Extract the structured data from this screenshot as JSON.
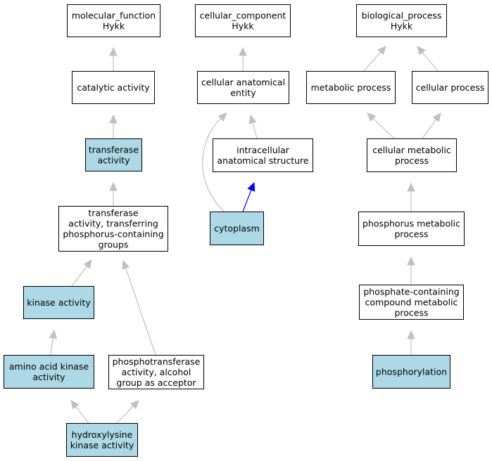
{
  "colors": {
    "highlight_fill": "#add8e6",
    "plain_fill": "#ffffff",
    "edge_gray": "#c0c0c0",
    "edge_blue": "#0000ff",
    "border": "#000000"
  },
  "nodes": [
    {
      "id": "molecular_function",
      "lines": [
        "molecular_function",
        "Hykk"
      ],
      "highlight": false
    },
    {
      "id": "catalytic_activity",
      "lines": [
        "catalytic activity"
      ],
      "highlight": false
    },
    {
      "id": "transferase_activity",
      "lines": [
        "transferase",
        "activity"
      ],
      "highlight": true
    },
    {
      "id": "transferase_phosphorus",
      "lines": [
        "transferase",
        "activity, transferring",
        "phosphorus-containing",
        "groups"
      ],
      "highlight": false
    },
    {
      "id": "kinase_activity",
      "lines": [
        "kinase activity"
      ],
      "highlight": true
    },
    {
      "id": "amino_acid_kinase",
      "lines": [
        "amino acid kinase",
        "activity"
      ],
      "highlight": true
    },
    {
      "id": "phosphotransferase_alcohol",
      "lines": [
        "phosphotransferase",
        "activity, alcohol",
        "group as acceptor"
      ],
      "highlight": false
    },
    {
      "id": "hydroxylysine_kinase",
      "lines": [
        "hydroxylysine",
        "kinase activity"
      ],
      "highlight": true
    },
    {
      "id": "cellular_component",
      "lines": [
        "cellular_component",
        "Hykk"
      ],
      "highlight": false
    },
    {
      "id": "cellular_anatomical_entity",
      "lines": [
        "cellular anatomical",
        "entity"
      ],
      "highlight": false
    },
    {
      "id": "intracellular_structure",
      "lines": [
        "intracellular",
        "anatomical structure"
      ],
      "highlight": false
    },
    {
      "id": "cytoplasm",
      "lines": [
        "cytoplasm"
      ],
      "highlight": true
    },
    {
      "id": "biological_process",
      "lines": [
        "biological_process",
        "Hykk"
      ],
      "highlight": false
    },
    {
      "id": "metabolic_process",
      "lines": [
        "metabolic process"
      ],
      "highlight": false
    },
    {
      "id": "cellular_process",
      "lines": [
        "cellular process"
      ],
      "highlight": false
    },
    {
      "id": "cellular_metabolic_process",
      "lines": [
        "cellular metabolic",
        "process"
      ],
      "highlight": false
    },
    {
      "id": "phosphorus_metabolic_process",
      "lines": [
        "phosphorus metabolic",
        "process"
      ],
      "highlight": false
    },
    {
      "id": "phosphate_compound_process",
      "lines": [
        "phosphate-containing",
        "compound metabolic",
        "process"
      ],
      "highlight": false
    },
    {
      "id": "phosphorylation",
      "lines": [
        "phosphorylation"
      ],
      "highlight": true
    }
  ],
  "edges": [
    {
      "from": "catalytic_activity",
      "to": "molecular_function",
      "color": "gray"
    },
    {
      "from": "transferase_activity",
      "to": "catalytic_activity",
      "color": "gray"
    },
    {
      "from": "transferase_phosphorus",
      "to": "transferase_activity",
      "color": "gray"
    },
    {
      "from": "kinase_activity",
      "to": "transferase_phosphorus",
      "color": "gray"
    },
    {
      "from": "phosphotransferase_alcohol",
      "to": "transferase_phosphorus",
      "color": "gray"
    },
    {
      "from": "amino_acid_kinase",
      "to": "kinase_activity",
      "color": "gray"
    },
    {
      "from": "hydroxylysine_kinase",
      "to": "amino_acid_kinase",
      "color": "gray"
    },
    {
      "from": "hydroxylysine_kinase",
      "to": "phosphotransferase_alcohol",
      "color": "gray"
    },
    {
      "from": "cellular_anatomical_entity",
      "to": "cellular_component",
      "color": "gray"
    },
    {
      "from": "intracellular_structure",
      "to": "cellular_anatomical_entity",
      "color": "gray"
    },
    {
      "from": "cytoplasm",
      "to": "cellular_anatomical_entity",
      "color": "gray"
    },
    {
      "from": "cytoplasm",
      "to": "intracellular_structure",
      "color": "blue"
    },
    {
      "from": "metabolic_process",
      "to": "biological_process",
      "color": "gray"
    },
    {
      "from": "cellular_process",
      "to": "biological_process",
      "color": "gray"
    },
    {
      "from": "cellular_metabolic_process",
      "to": "metabolic_process",
      "color": "gray"
    },
    {
      "from": "cellular_metabolic_process",
      "to": "cellular_process",
      "color": "gray"
    },
    {
      "from": "phosphorus_metabolic_process",
      "to": "cellular_metabolic_process",
      "color": "gray"
    },
    {
      "from": "phosphate_compound_process",
      "to": "phosphorus_metabolic_process",
      "color": "gray"
    },
    {
      "from": "phosphorylation",
      "to": "phosphate_compound_process",
      "color": "gray"
    }
  ]
}
